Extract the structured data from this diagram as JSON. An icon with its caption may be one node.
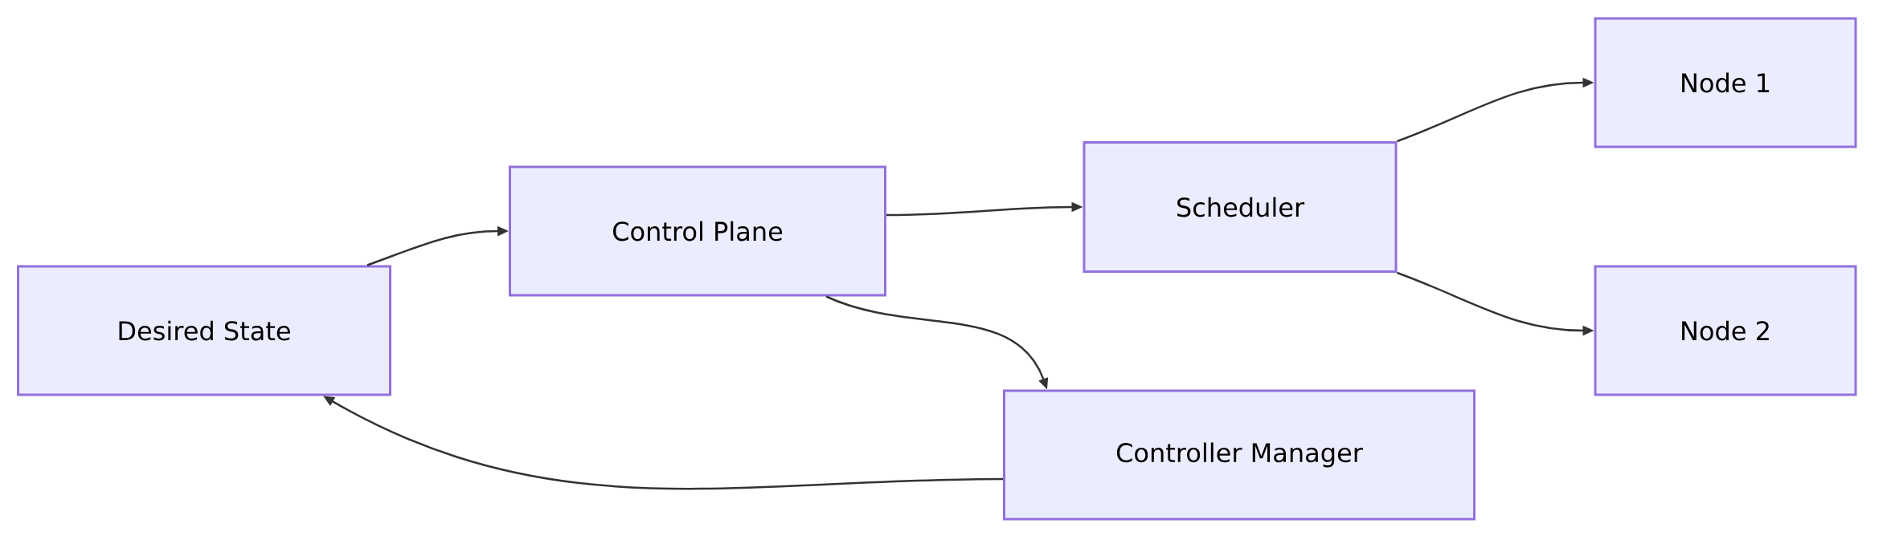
{
  "diagram": {
    "nodes": [
      {
        "text": [
          "Desired State"
        ]
      },
      {
        "text": [
          "Control Plane"
        ]
      },
      {
        "text": [
          "Scheduler"
        ]
      },
      {
        "text": [
          "Node 1"
        ]
      },
      {
        "text": [
          "Node 2"
        ]
      },
      {
        "text": [
          "Controller Manager"
        ]
      }
    ],
    "edges": [
      {
        "from": 0,
        "to": 1,
        "arrow": "to"
      },
      {
        "from": 1,
        "to": 2,
        "arrow": "to"
      },
      {
        "from": 1,
        "to": 5,
        "arrow": "to"
      },
      {
        "from": 2,
        "to": 3,
        "arrow": "to"
      },
      {
        "from": 2,
        "to": 4,
        "arrow": "to"
      },
      {
        "from": 5,
        "to": 0,
        "arrow": "to"
      }
    ]
  }
}
